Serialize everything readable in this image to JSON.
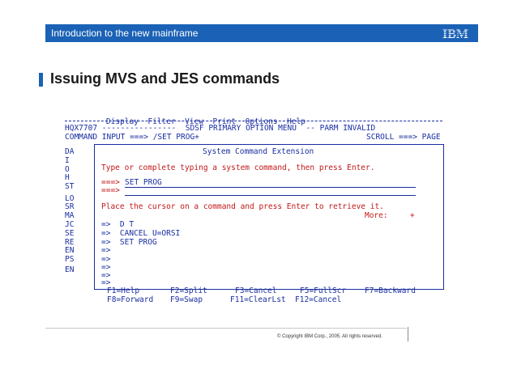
{
  "slide": {
    "header_title": "Introduction to the new mainframe",
    "logo_text": "IBM",
    "heading": "Issuing MVS and JES commands",
    "copyright": "© Copyright IBM Corp., 2005. All rights reserved."
  },
  "terminal": {
    "menu": [
      "Display",
      "Filter",
      "View",
      "Print",
      "Options",
      "Help"
    ],
    "panel_id": "HQX7707",
    "panel_title": "SDSF PRIMARY OPTION MENU",
    "panel_message": "-- PARM INVALID",
    "command_label": "COMMAND INPUT ===>",
    "command_value": "/SET PROG+",
    "scroll_label": "SCROLL ===>",
    "scroll_value": "PAGE",
    "left_column": [
      "DA",
      "I",
      "O",
      "H",
      "ST",
      "",
      "LO",
      "SR",
      "MA",
      "JC",
      "SE",
      "RE",
      "EN",
      "PS",
      "",
      "EN"
    ],
    "popup": {
      "title": "System Command Extension",
      "instruction": "Type or complete typing a system command, then press Enter.",
      "input_prompt": "===>",
      "input_value": "SET PROG",
      "input2_prompt": "===>",
      "input2_value": "",
      "retrieve_text": "Place the cursor on a command and press Enter to retrieve it.",
      "more_label": "More:",
      "more_indicator": "+",
      "history_arrow": "=>",
      "history": [
        "D T",
        "CANCEL U=ORSI",
        "SET PROG",
        "",
        "",
        "",
        "",
        ""
      ],
      "pfkeys_row1": [
        "F1=Help",
        "F2=Split",
        "F3=Cancel",
        "F5=FullScr",
        "F7=Backward"
      ],
      "pfkeys_row2": [
        "F8=Forward",
        "F9=Swap",
        "F11=ClearLst",
        "F12=Cancel"
      ]
    }
  },
  "colors": {
    "accent": "#1b62b6",
    "terminal_text": "#1a2ea0",
    "terminal_highlight": "#c21818"
  }
}
